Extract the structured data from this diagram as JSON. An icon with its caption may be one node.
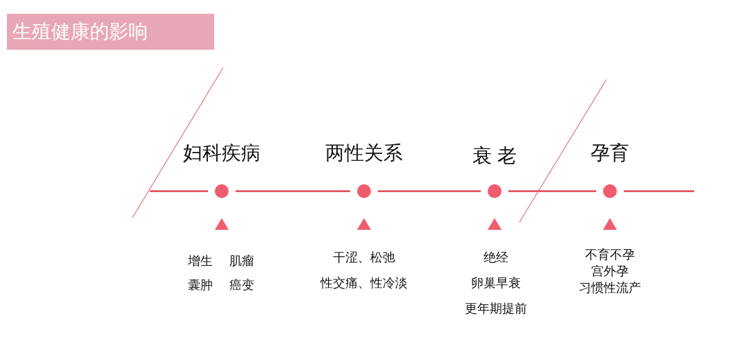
{
  "diagram": {
    "title": "生殖健康的影响",
    "labels": [
      "妇科疾病",
      "两性关系",
      "衰 老",
      "孕育",
      "增生",
      "肌瘤",
      "干涩、松弛",
      "绝经",
      "不育不孕",
      "囊肿",
      "癌变",
      "性交痛、性冷淡",
      "卵巢早衰",
      "宫外孕",
      "更年期提前",
      "习惯性流产"
    ]
  }
}
